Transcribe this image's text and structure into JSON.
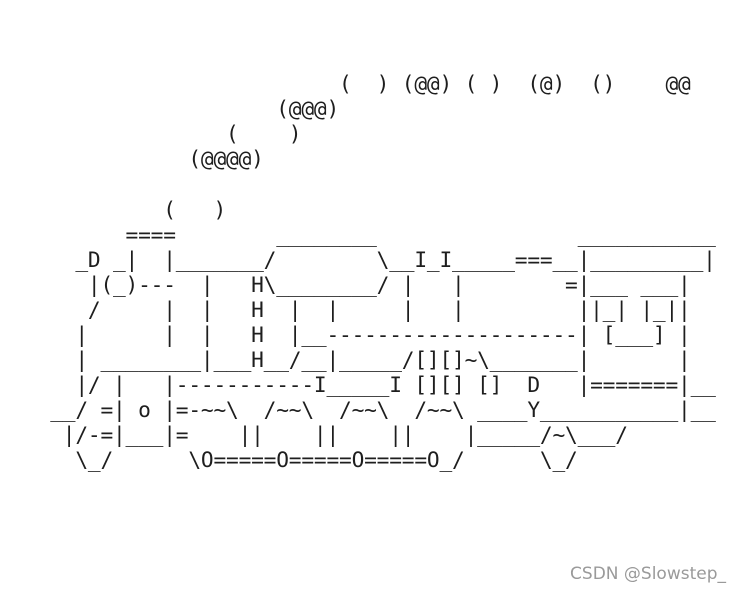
{
  "ascii_art": {
    "smoke_lines": [
      "                           (  ) (@@) ( )  (@)  ()    @@",
      "                      (@@@)",
      "                  (    )",
      "               (@@@@)",
      "",
      "             (   )"
    ],
    "train_lines": [
      "          ====        ________                ___________",
      "      _D _|  |_______/        \\__I_I_____===__|_________|",
      "       |(_)---  |   H\\________/ |   |        =|___ ___|",
      "       /     |  |   H  |  |     |   |         ||_| |_||",
      "      |      |  |   H  |__--------------------| [___] |",
      "      | ________|___H__/__|_____/[][]~\\_______|       |",
      "      |/ |   |-----------I_____I [][] []  D   |=======|__",
      "    __/ =| o |=-~~\\  /~~\\  /~~\\  /~~\\ ____Y___________|__",
      "     |/-=|___|=    ||    ||    ||    |_____/~\\___/",
      "      \\_/      \\O=====O=====O=====O_/      \\_/"
    ]
  },
  "watermark": "CSDN @Slowstep_"
}
